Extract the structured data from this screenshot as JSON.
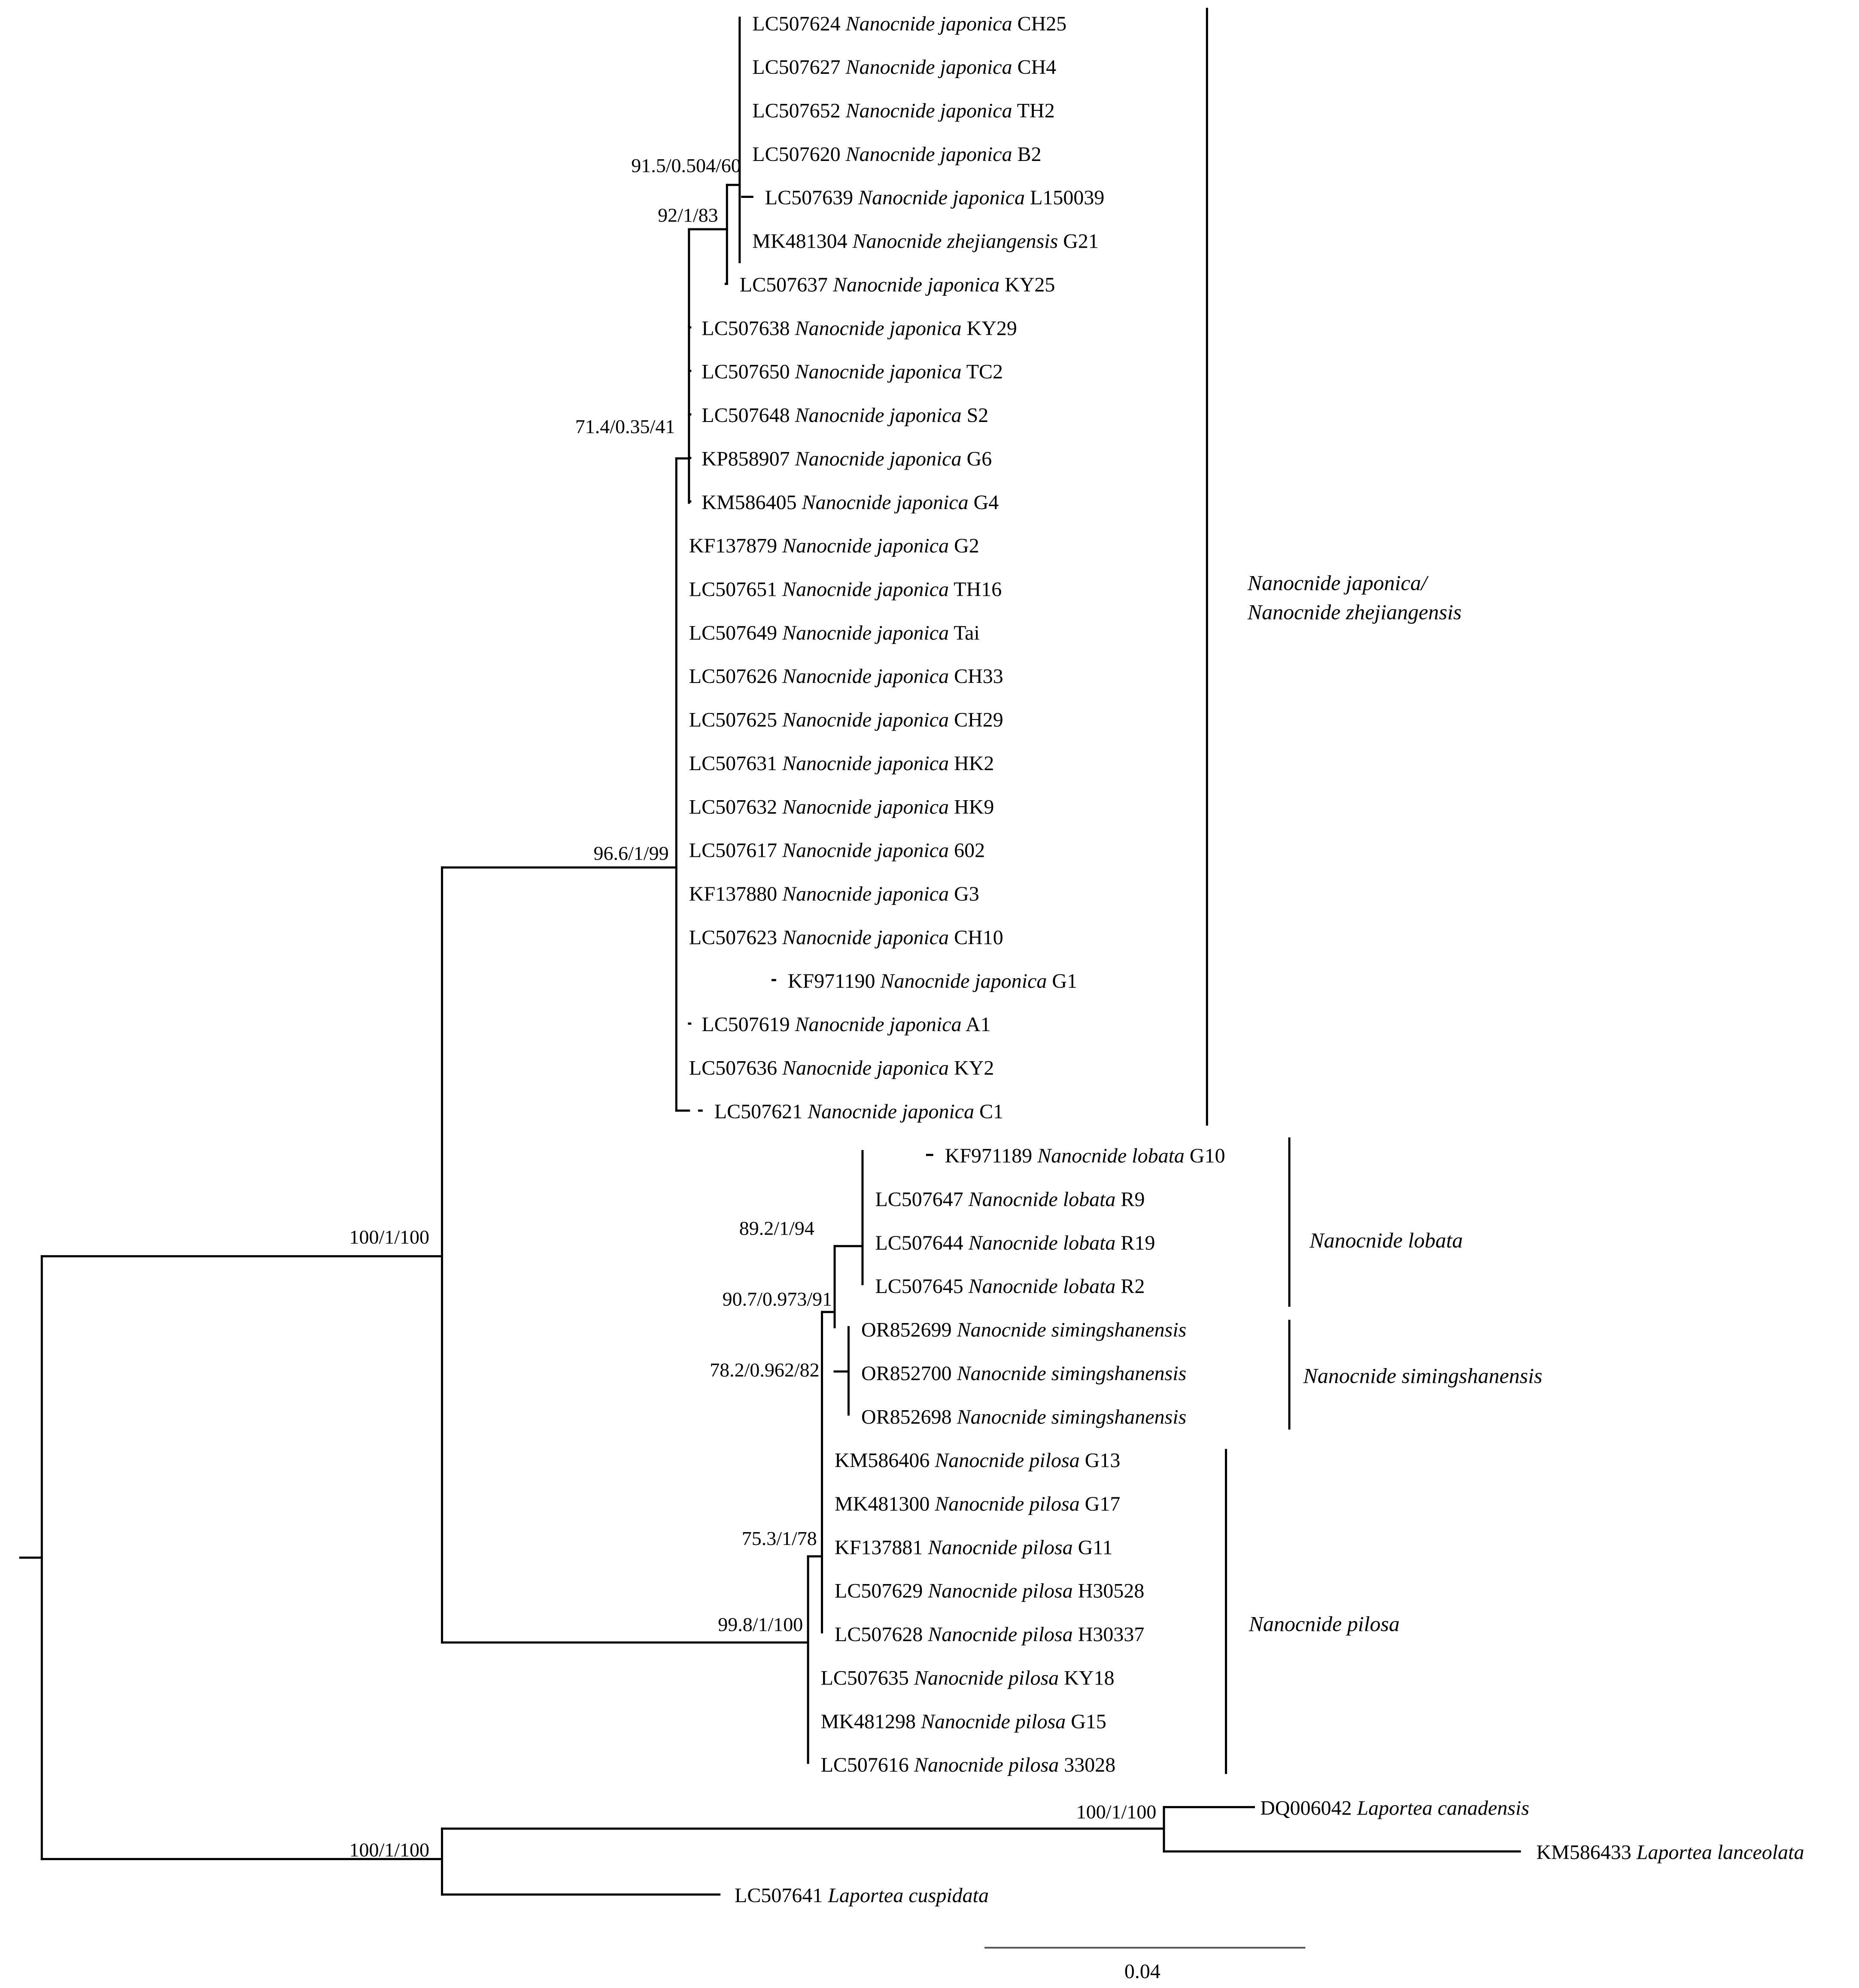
{
  "colors": {
    "branch": "#000000",
    "highlight_red": "#e8151b",
    "highlight_blue": "#1f7fc8"
  },
  "taxa": [
    {
      "acc": "LC507624",
      "species": "Nanocnide japonica",
      "code": "CH25"
    },
    {
      "acc": "LC507627",
      "species": "Nanocnide japonica",
      "code": "CH4"
    },
    {
      "acc": "LC507652",
      "species": "Nanocnide japonica",
      "code": "TH2"
    },
    {
      "acc": "LC507620",
      "species": "Nanocnide japonica",
      "code": "B2"
    },
    {
      "acc": "LC507639",
      "species": "Nanocnide japonica",
      "code": "L150039"
    },
    {
      "acc": "MK481304",
      "species": "Nanocnide zhejiangensis",
      "code": "G21"
    },
    {
      "acc": "LC507637",
      "species": "Nanocnide japonica",
      "code": "KY25"
    },
    {
      "acc": "LC507638",
      "species": "Nanocnide japonica",
      "code": "KY29"
    },
    {
      "acc": "LC507650",
      "species": "Nanocnide japonica",
      "code": "TC2"
    },
    {
      "acc": "LC507648",
      "species": "Nanocnide japonica",
      "code": "S2"
    },
    {
      "acc": "KP858907",
      "species": "Nanocnide japonica",
      "code": "G6"
    },
    {
      "acc": "KM586405",
      "species": "Nanocnide japonica",
      "code": "G4"
    },
    {
      "acc": "KF137879",
      "species": "Nanocnide japonica",
      "code": "G2"
    },
    {
      "acc": "LC507651",
      "species": "Nanocnide japonica",
      "code": "TH16"
    },
    {
      "acc": "LC507649",
      "species": "Nanocnide japonica",
      "code": "Tai"
    },
    {
      "acc": "LC507626",
      "species": "Nanocnide japonica",
      "code": "CH33"
    },
    {
      "acc": "LC507625",
      "species": "Nanocnide japonica",
      "code": "CH29"
    },
    {
      "acc": "LC507631",
      "species": "Nanocnide japonica",
      "code": "HK2"
    },
    {
      "acc": "LC507632",
      "species": "Nanocnide japonica",
      "code": "HK9"
    },
    {
      "acc": "LC507617",
      "species": "Nanocnide japonica",
      "code": "602"
    },
    {
      "acc": "KF137880",
      "species": "Nanocnide japonica",
      "code": "G3"
    },
    {
      "acc": "LC507623",
      "species": "Nanocnide japonica",
      "code": "CH10"
    },
    {
      "acc": "KF971190",
      "species": "Nanocnide japonica",
      "code": "G1"
    },
    {
      "acc": "LC507619",
      "species": "Nanocnide japonica",
      "code": "A1"
    },
    {
      "acc": "LC507636",
      "species": "Nanocnide japonica",
      "code": "KY2"
    },
    {
      "acc": "LC507621",
      "species": "Nanocnide japonica",
      "code": "C1"
    },
    {
      "acc": "KF971189",
      "species": "Nanocnide lobata",
      "code": "G10"
    },
    {
      "acc": "LC507647",
      "species": "Nanocnide lobata",
      "code": "R9"
    },
    {
      "acc": "LC507644",
      "species": "Nanocnide lobata",
      "code": "R19"
    },
    {
      "acc": "LC507645",
      "species": "Nanocnide lobata",
      "code": "R2"
    },
    {
      "acc": "OR852699",
      "species": "Nanocnide simingshanensis",
      "code": ""
    },
    {
      "acc": "OR852700",
      "species": "Nanocnide simingshanensis",
      "code": ""
    },
    {
      "acc": "OR852698",
      "species": "Nanocnide simingshanensis",
      "code": ""
    },
    {
      "acc": "KM586406",
      "species": "Nanocnide pilosa",
      "code": "G13"
    },
    {
      "acc": "MK481300",
      "species": "Nanocnide pilosa",
      "code": "G17"
    },
    {
      "acc": "KF137881",
      "species": "Nanocnide pilosa",
      "code": "G11"
    },
    {
      "acc": "LC507629",
      "species": "Nanocnide pilosa",
      "code": "H30528"
    },
    {
      "acc": "LC507628",
      "species": "Nanocnide pilosa",
      "code": "H30337"
    },
    {
      "acc": "LC507635",
      "species": "Nanocnide pilosa",
      "code": "KY18"
    },
    {
      "acc": "MK481298",
      "species": "Nanocnide pilosa",
      "code": "G15"
    },
    {
      "acc": "LC507616",
      "species": "Nanocnide pilosa",
      "code": "33028"
    },
    {
      "acc": "DQ006042",
      "species": "Laportea canadensis",
      "code": ""
    },
    {
      "acc": "KM586433",
      "species": "Laportea lanceolata",
      "code": ""
    },
    {
      "acc": "LC507641",
      "species": "Laportea cuspidata",
      "code": ""
    }
  ],
  "supports": [
    {
      "text": "91.5/0.504/60",
      "color": "#000000"
    },
    {
      "text": "92/1/83",
      "color": "#000000"
    },
    {
      "text": "71.4/0.35/41",
      "color": "#000000"
    },
    {
      "text": "96.6/1/99",
      "color": "#000000"
    },
    {
      "text": "100/1/100",
      "color": "#000000"
    },
    {
      "text": "89.2/1/94",
      "color": "#000000"
    },
    {
      "text": "90.7/0.973/91",
      "color": "#e8151b"
    },
    {
      "text": "78.2/0.962/82",
      "color": "#1f7fc8"
    },
    {
      "text": "75.3/1/78",
      "color": "#000000"
    },
    {
      "text": "99.8/1/100",
      "color": "#000000"
    },
    {
      "text": "100/1/100",
      "color": "#000000"
    },
    {
      "text": "100/1/100",
      "color": "#000000"
    }
  ],
  "clades": [
    {
      "lines": [
        "Nanocnide japonica/",
        "Nanocnide zhejiangensis"
      ]
    },
    {
      "lines": [
        "Nanocnide lobata"
      ]
    },
    {
      "lines": [
        "Nanocnide simingshanensis"
      ]
    },
    {
      "lines": [
        "Nanocnide pilosa"
      ]
    }
  ],
  "scale_bar": {
    "label": "0.04"
  }
}
